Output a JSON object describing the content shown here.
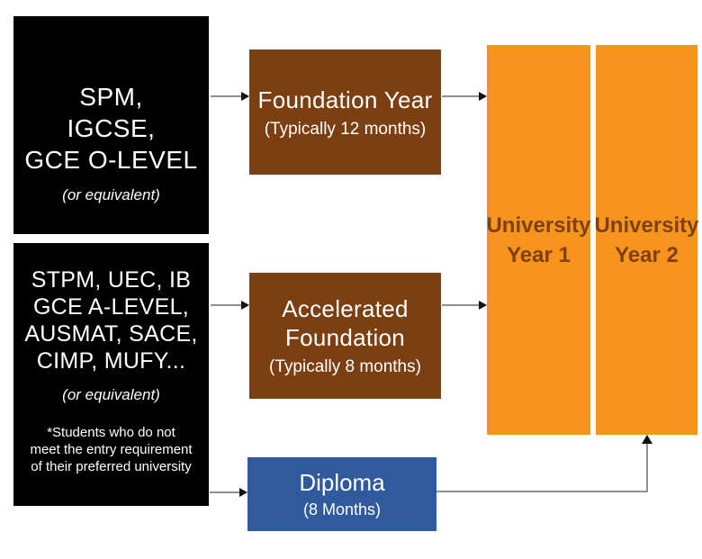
{
  "colors": {
    "background": "#FFFFFF",
    "black_box": "#000000",
    "brown_box": "#7B3F11",
    "blue_box": "#2F5A9D",
    "orange_box": "#F7941E",
    "orange_box_text": "#7E4110",
    "box_text": "#FFFFFF",
    "arrow_line": "#909090",
    "arrow_head": "#111111"
  },
  "qualifications_spm": {
    "line1": "SPM,",
    "line2": "IGCSE,",
    "line3": "GCE O-LEVEL",
    "note": "(or equivalent)"
  },
  "qualifications_stpm": {
    "line1": "STPM, UEC, IB",
    "line2": "GCE A-LEVEL,",
    "line3": "AUSMAT, SACE,",
    "line4": "CIMP, MUFY...",
    "note": "(or equivalent)",
    "footnote_line1": "*Students who do not",
    "footnote_line2": "meet the entry requirement",
    "footnote_line3": "of their preferred university"
  },
  "foundation_year": {
    "title": "Foundation Year",
    "duration": "(Typically 12 months)"
  },
  "accelerated_foundation": {
    "title_line1": "Accelerated",
    "title_line2": "Foundation",
    "duration": "(Typically 8 months)"
  },
  "diploma": {
    "title": "Diploma",
    "duration": "(8 Months)"
  },
  "university_year1": {
    "line1": "University",
    "line2": "Year 1"
  },
  "university_year2": {
    "line1": "University",
    "line2": "Year 2"
  }
}
